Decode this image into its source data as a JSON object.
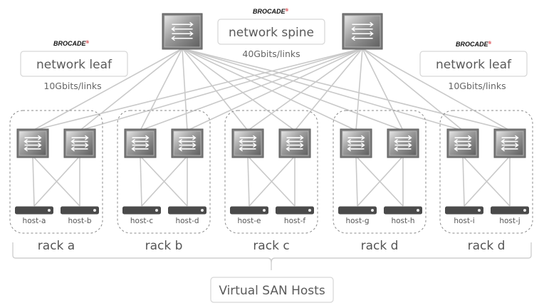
{
  "brand": {
    "name": "BROCADE",
    "mark": "®"
  },
  "spine": {
    "label": "network spine",
    "speed": "40Gbits/links"
  },
  "leaf_left": {
    "label": "network leaf",
    "speed": "10Gbits/links"
  },
  "leaf_right": {
    "label": "network leaf",
    "speed": "10Gbits/links"
  },
  "racks": [
    {
      "name": "rack a",
      "hosts": [
        "host-a",
        "host-b"
      ]
    },
    {
      "name": "rack b",
      "hosts": [
        "host-c",
        "host-d"
      ]
    },
    {
      "name": "rack c",
      "hosts": [
        "host-e",
        "host-f"
      ]
    },
    {
      "name": "rack d",
      "hosts": [
        "host-g",
        "host-h"
      ]
    },
    {
      "name": "rack d",
      "hosts": [
        "host-i",
        "host-j"
      ]
    }
  ],
  "footer": {
    "label": "Virtual SAN Hosts"
  },
  "colors": {
    "switch_dark": "#6e6e6e",
    "switch_light": "#d9d9d9",
    "link": "#c9c9c9",
    "host": "#4a4a4a"
  }
}
